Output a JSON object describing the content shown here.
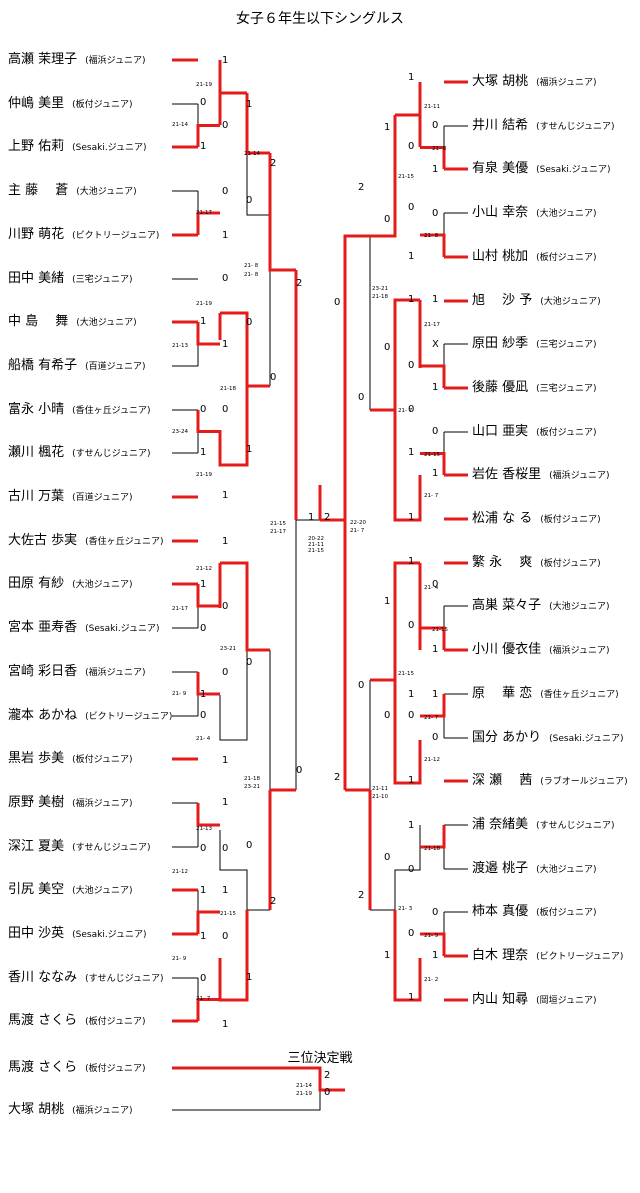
{
  "title": "女子６年生以下シングルス",
  "third_place_title": "三位決定戦",
  "colors": {
    "winner_line": "#e41b1b",
    "loser_line": "#000000"
  },
  "left_players": [
    {
      "name": "高瀬 茉理子",
      "club": "(福浜ジュニア)"
    },
    {
      "name": "仲嶋 美里",
      "club": "(板付ジュニア)"
    },
    {
      "name": "上野 佑莉",
      "club": "(Sesaki.ジュニア)"
    },
    {
      "name": "主 藤 　蒼",
      "club": "(大池ジュニア)"
    },
    {
      "name": "川野 萌花",
      "club": "(ビクトリージュニア)"
    },
    {
      "name": "田中 美緒",
      "club": "(三宅ジュニア)"
    },
    {
      "name": "中 島 　舞",
      "club": "(大池ジュニア)"
    },
    {
      "name": "船橋 有希子",
      "club": "(百道ジュニア)"
    },
    {
      "name": "富永 小晴",
      "club": "(香住ヶ丘ジュニア)"
    },
    {
      "name": "瀬川 楓花",
      "club": "(すせんじジュニア)"
    },
    {
      "name": "古川 万葉",
      "club": "(百道ジュニア)"
    },
    {
      "name": "大佐古 歩実",
      "club": "(香住ヶ丘ジュニア)"
    },
    {
      "name": "田原 有紗",
      "club": "(大池ジュニア)"
    },
    {
      "name": "宮本 亜寿香",
      "club": "(Sesaki.ジュニア)"
    },
    {
      "name": "宮崎 彩日香",
      "club": "(福浜ジュニア)"
    },
    {
      "name": "瀧本 あかね",
      "club": "(ビクトリージュニア)"
    },
    {
      "name": "黒岩 歩美",
      "club": "(板付ジュニア)"
    },
    {
      "name": "原野 美樹",
      "club": "(福浜ジュニア)"
    },
    {
      "name": "深江 夏美",
      "club": "(すせんじジュニア)"
    },
    {
      "name": "引尻 美空",
      "club": "(大池ジュニア)"
    },
    {
      "name": "田中 沙英",
      "club": "(Sesaki.ジュニア)"
    },
    {
      "name": "香川 ななみ",
      "club": "(すせんじジュニア)"
    },
    {
      "name": "馬渡 さくら",
      "club": "(板付ジュニア)"
    }
  ],
  "right_players": [
    {
      "name": "大塚 胡桃",
      "club": "(福浜ジュニア)"
    },
    {
      "name": "井川 結希",
      "club": "(すせんじジュニア)"
    },
    {
      "name": "有泉 美優",
      "club": "(Sesaki.ジュニア)"
    },
    {
      "name": "小山 幸奈",
      "club": "(大池ジュニア)"
    },
    {
      "name": "山村 桃加",
      "club": "(板付ジュニア)"
    },
    {
      "name": "旭 　沙 予",
      "club": "(大池ジュニア)"
    },
    {
      "name": "原田 紗季",
      "club": "(三宅ジュニア)"
    },
    {
      "name": "後藤 優凪",
      "club": "(三宅ジュニア)"
    },
    {
      "name": "山口 亜実",
      "club": "(板付ジュニア)"
    },
    {
      "name": "岩佐 香桜里",
      "club": "(福浜ジュニア)"
    },
    {
      "name": "松浦 な る",
      "club": "(板付ジュニア)"
    },
    {
      "name": "繁 永 　爽",
      "club": "(板付ジュニア)"
    },
    {
      "name": "高巣 菜々子",
      "club": "(大池ジュニア)"
    },
    {
      "name": "小川 優衣佳",
      "club": "(福浜ジュニア)"
    },
    {
      "name": "原 　華 恋",
      "club": "(香住ヶ丘ジュニア)"
    },
    {
      "name": "国分 あかり",
      "club": "(Sesaki.ジュニア)"
    },
    {
      "name": "深 瀬 　茜",
      "club": "(ラブオールジュニア)"
    },
    {
      "name": "浦 奈緒美",
      "club": "(すせんじジュニア)"
    },
    {
      "name": "渡邉 桃子",
      "club": "(大池ジュニア)"
    },
    {
      "name": "柿本 真優",
      "club": "(板付ジュニア)"
    },
    {
      "name": "白木 理奈",
      "club": "(ビクトリージュニア)"
    },
    {
      "name": "内山 知尋",
      "club": "(岡垣ジュニア)"
    }
  ],
  "third_place_players": [
    {
      "name": "馬渡 さくら",
      "club": "(板付ジュニア)"
    },
    {
      "name": "大塚 胡桃",
      "club": "(福浜ジュニア)"
    }
  ]
}
